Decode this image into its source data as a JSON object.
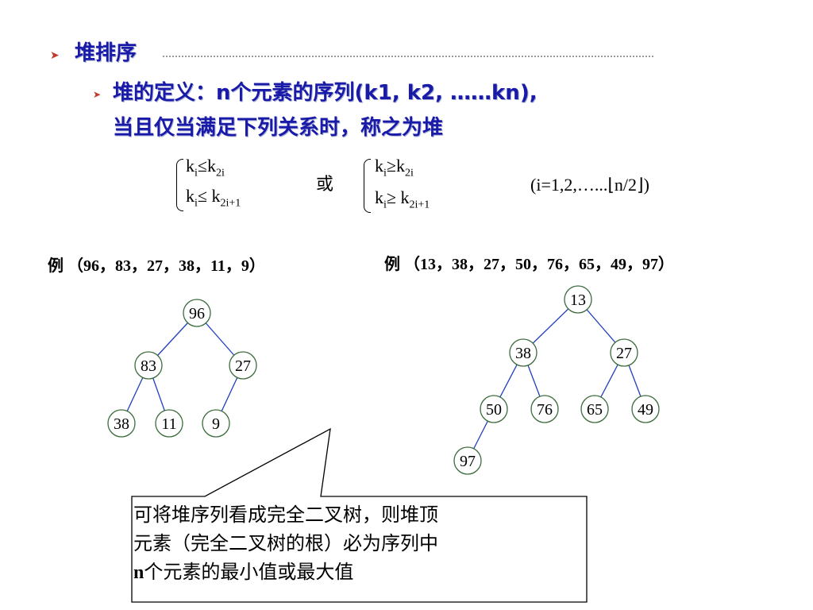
{
  "title": "堆排序",
  "definition": {
    "line1": "堆的定义：n个元素的序列(k1, k2, ……kn),",
    "line2": "当且仅当满足下列关系时，称之为堆"
  },
  "conditions": {
    "min_heap": {
      "a_base": "k",
      "a_sub": "i",
      "a_op": "≤k",
      "a_sub2": "2i",
      "b_base": "k",
      "b_sub": "i",
      "b_op": "≤ k",
      "b_sub2": "2i+1"
    },
    "or": "或",
    "max_heap": {
      "a_base": "k",
      "a_sub": "i",
      "a_op": "≥k",
      "a_sub2": "2i",
      "b_base": "k",
      "b_sub": "i",
      "b_op": "≥ k",
      "b_sub2": "2i+1"
    },
    "range": "(i=1,2,…...⌊n/2⌋)"
  },
  "example1": {
    "label": "例  （96，83，27，38，11，9）",
    "nodes": [
      "96",
      "83",
      "27",
      "38",
      "11",
      "9"
    ]
  },
  "example2": {
    "label": "例 （13，38，27，50，76，65，49，97）",
    "nodes": [
      "13",
      "38",
      "27",
      "50",
      "76",
      "65",
      "49",
      "97"
    ]
  },
  "callout": {
    "line1": "可将堆序列看成完全二叉树，则堆顶",
    "line2": "元素（完全二叉树的根）必为序列中",
    "line3_bold": "n",
    "line3": "个元素的最小值或最大值"
  },
  "colors": {
    "heading": "#1a1aa8",
    "bullet": "#c0392b",
    "tree_edge": "#1f3fbf",
    "node_border": "#3b6b3b"
  },
  "icons": [
    "arrow-bullet-icon"
  ]
}
